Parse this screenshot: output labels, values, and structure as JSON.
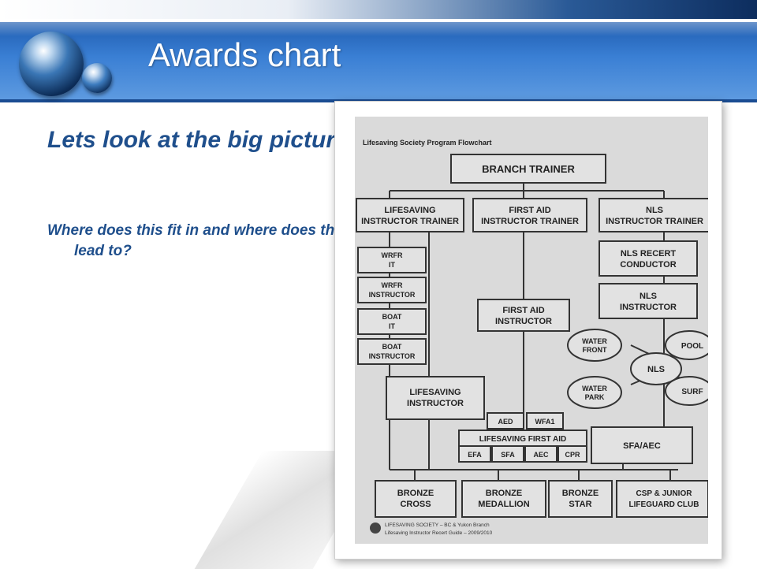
{
  "slide": {
    "title": "Awards chart",
    "heading": "Lets look at the big picture.",
    "body": "Where does this fit in and where does this lead to?"
  },
  "flowchart": {
    "header": "Lifesaving Society Program Flowchart",
    "nodes": {
      "branch_trainer": "BRANCH TRAINER",
      "lifesaving_it_1": "LIFESAVING",
      "lifesaving_it_2": "INSTRUCTOR TRAINER",
      "first_aid_it_1": "FIRST AID",
      "first_aid_it_2": "INSTRUCTOR TRAINER",
      "nls_it_1": "NLS",
      "nls_it_2": "INSTRUCTOR TRAINER",
      "wrfr_it_1": "WRFR",
      "wrfr_it_2": "IT",
      "wrfr_instr_1": "WRFR",
      "wrfr_instr_2": "INSTRUCTOR",
      "boat_it_1": "BOAT",
      "boat_it_2": "IT",
      "boat_instr_1": "BOAT",
      "boat_instr_2": "INSTRUCTOR",
      "nls_recert_1": "NLS RECERT",
      "nls_recert_2": "CONDUCTOR",
      "nls_instr_1": "NLS",
      "nls_instr_2": "INSTRUCTOR",
      "fa_instr_1": "FIRST AID",
      "fa_instr_2": "INSTRUCTOR",
      "waterfront_1": "WATER",
      "waterfront_2": "FRONT",
      "pool": "POOL",
      "nls": "NLS",
      "waterpark_1": "WATER",
      "waterpark_2": "PARK",
      "surf": "SURF",
      "ls_instr_1": "LIFESAVING",
      "ls_instr_2": "INSTRUCTOR",
      "aed": "AED",
      "wfa1": "WFA1",
      "ls_first_aid": "LIFESAVING FIRST AID",
      "efa": "EFA",
      "sfa": "SFA",
      "aec": "AEC",
      "cpr": "CPR",
      "sfa_aec": "SFA/AEC",
      "bronze_cross_1": "BRONZE",
      "bronze_cross_2": "CROSS",
      "bronze_medallion_1": "BRONZE",
      "bronze_medallion_2": "MEDALLION",
      "bronze_star_1": "BRONZE",
      "bronze_star_2": "STAR",
      "csp_1": "CSP & JUNIOR",
      "csp_2": "LIFEGUARD CLUB"
    },
    "footer_1": "LIFESAVING SOCIETY – BC & Yukon Branch",
    "footer_2": "Lifesaving Instructor Recert Guide – 2009/2010"
  }
}
